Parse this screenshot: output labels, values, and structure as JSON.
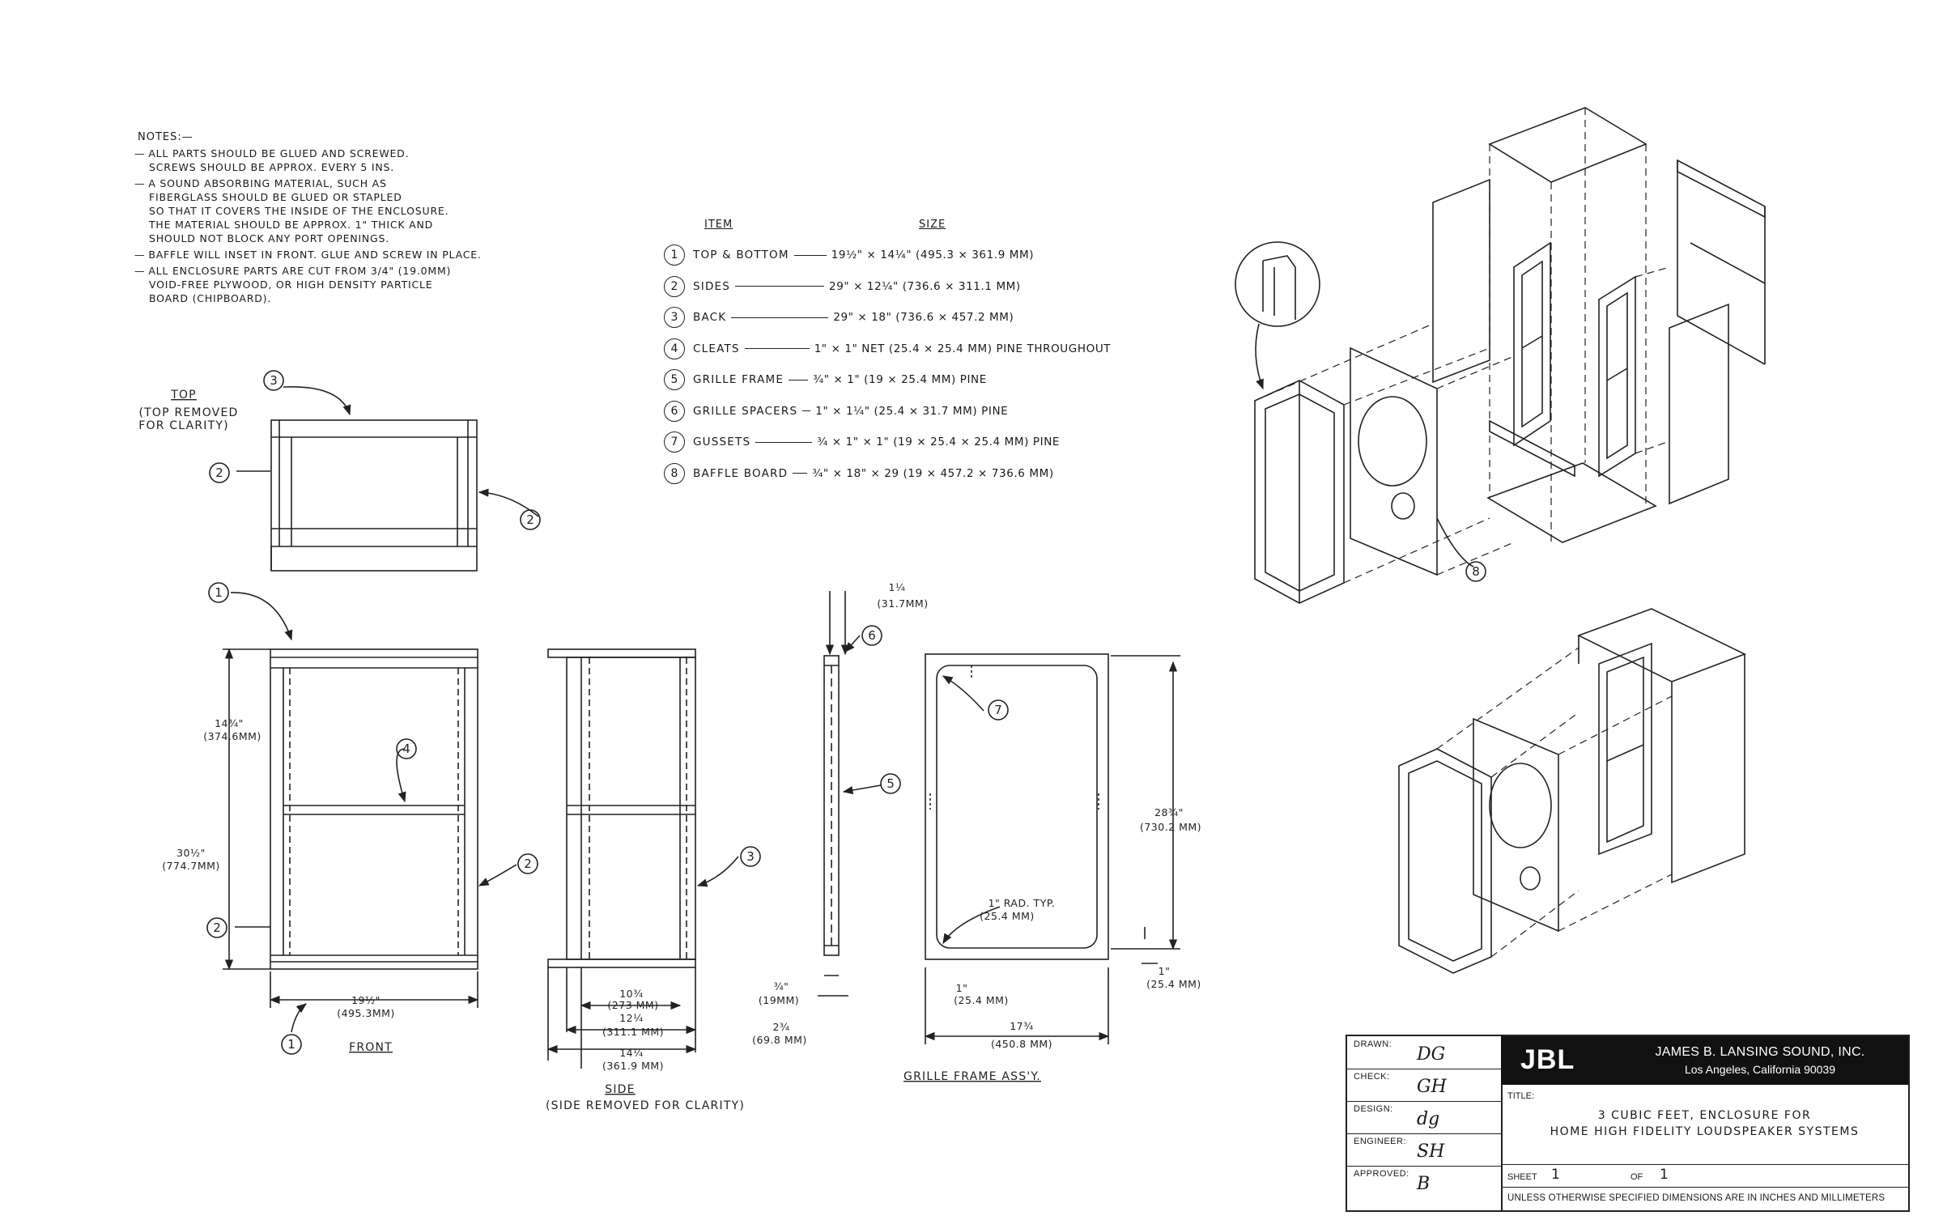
{
  "notes": {
    "heading": "NOTES:—",
    "items": [
      {
        "lines": [
          "ALL PARTS SHOULD BE GLUED AND SCREWED.",
          "SCREWS SHOULD BE APPROX. EVERY 5 INS."
        ]
      },
      {
        "lines": [
          "A SOUND ABSORBING MATERIAL, SUCH AS",
          "FIBERGLASS SHOULD BE GLUED OR STAPLED",
          "SO THAT IT COVERS THE INSIDE OF THE ENCLOSURE.",
          "THE MATERIAL SHOULD BE APPROX. 1\" THICK AND",
          "SHOULD NOT BLOCK ANY PORT OPENINGS."
        ]
      },
      {
        "lines": [
          "BAFFLE WILL INSET IN FRONT. GLUE AND SCREW IN PLACE."
        ]
      },
      {
        "lines": [
          "ALL ENCLOSURE PARTS ARE CUT FROM 3/4\" (19.0MM)",
          "VOID-FREE PLYWOOD, OR HIGH DENSITY PARTICLE",
          "BOARD (CHIPBOARD)."
        ]
      }
    ]
  },
  "parts_list": {
    "item_header": "ITEM",
    "size_header": "SIZE",
    "rows": [
      {
        "num": "1",
        "name": "TOP & BOTTOM",
        "size": "19½\" × 14¼\" (495.3 × 361.9 MM)"
      },
      {
        "num": "2",
        "name": "SIDES",
        "size": "29\" × 12¼\" (736.6 × 311.1 MM)"
      },
      {
        "num": "3",
        "name": "BACK",
        "size": "29\" × 18\" (736.6 × 457.2 MM)"
      },
      {
        "num": "4",
        "name": "CLEATS",
        "size": "1\" × 1\" NET (25.4 × 25.4 MM) PINE THROUGHOUT"
      },
      {
        "num": "5",
        "name": "GRILLE FRAME",
        "size": "¾\" × 1\" (19 × 25.4 MM) PINE"
      },
      {
        "num": "6",
        "name": "GRILLE SPACERS",
        "size": "1\" × 1¼\" (25.4 × 31.7 MM) PINE"
      },
      {
        "num": "7",
        "name": "GUSSETS",
        "size": "¾ × 1\" × 1\" (19 × 25.4 × 25.4 MM) PINE"
      },
      {
        "num": "8",
        "name": "BAFFLE BOARD",
        "size": "¾\" × 18\" × 29 (19 × 457.2 × 736.6 MM)"
      }
    ]
  },
  "views": {
    "top_label": "TOP",
    "top_note_1": "(TOP REMOVED",
    "top_note_2": "FOR CLARITY)",
    "front_label": "FRONT",
    "side_label": "SIDE",
    "side_note": "(SIDE REMOVED FOR CLARITY)",
    "grille_label": "GRILLE FRAME ASS'Y."
  },
  "dimensions": {
    "front_h1": "14¾\"",
    "front_h1_mm": "(374.6MM)",
    "front_h2": "30½\"",
    "front_h2_mm": "(774.7MM)",
    "front_w": "19½\"",
    "front_w_mm": "(495.3MM)",
    "side_w1": "10¾",
    "side_w1_mm": "(273 MM)",
    "side_w2": "12¼",
    "side_w2_mm": "(311.1 MM)",
    "side_w3": "14¼",
    "side_w3_mm": "(361.9 MM)",
    "grille_top": "1¼",
    "grille_top_mm": "(31.7MM)",
    "grille_t1": "¾\"",
    "grille_t1_mm": "(19MM)",
    "grille_t2": "2¾",
    "grille_t2_mm": "(69.8 MM)",
    "grille_rad": "1\" RAD. TYP.",
    "grille_rad_mm": "(25.4 MM)",
    "grille_h": "28¾\"",
    "grille_h_mm": "(730.2 MM)",
    "grille_gap": "1\"",
    "grille_gap_mm": "(25.4 MM)",
    "grille_b": "1\"",
    "grille_b_mm": "(25.4 MM)",
    "grille_w": "17¾",
    "grille_w_mm": "(450.8 MM)"
  },
  "callouts": [
    "1",
    "2",
    "3",
    "4",
    "5",
    "6",
    "7",
    "8"
  ],
  "title_block": {
    "drawn_label": "DRAWN:",
    "drawn_sig": "DG",
    "check_label": "CHECK:",
    "check_sig": "GH",
    "design_label": "DESIGN:",
    "design_sig": "dg",
    "engineer_label": "ENGINEER:",
    "engineer_sig": "SH",
    "approved_label": "APPROVED:",
    "approved_sig": "B",
    "logo": "JBL",
    "company": "JAMES B. LANSING SOUND, INC.",
    "location": "Los Angeles, California 90039",
    "title_label": "TITLE:",
    "title_line1": "3 CUBIC FEET, ENCLOSURE FOR",
    "title_line2": "HOME HIGH FIDELITY LOUDSPEAKER SYSTEMS",
    "sheet_label": "SHEET",
    "sheet_num": "1",
    "of_label": "OF",
    "sheet_total": "1",
    "footer": "UNLESS OTHERWISE SPECIFIED DIMENSIONS ARE IN INCHES AND MILLIMETERS"
  }
}
